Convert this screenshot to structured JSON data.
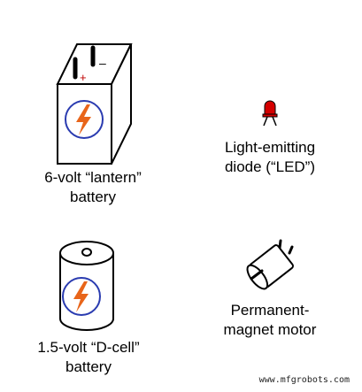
{
  "components": {
    "lantern_battery": {
      "caption": [
        "6-volt “lantern”",
        "battery"
      ],
      "pos_terminal": "+",
      "neg_terminal": "–",
      "icon": "lightning-bolt-icon"
    },
    "led": {
      "caption": [
        "Light-emitting",
        "diode (“LED”)"
      ],
      "color": "#d40000"
    },
    "d_cell": {
      "caption": [
        "1.5-volt “D-cell”",
        "battery"
      ],
      "icon": "lightning-bolt-icon"
    },
    "motor": {
      "caption": [
        "Permanent-",
        "magnet motor"
      ]
    }
  },
  "colors": {
    "bolt": "#e8651a",
    "circle": "#2a3bb0",
    "plus": "#c00000"
  },
  "watermark": "www.mfgrobots.com"
}
